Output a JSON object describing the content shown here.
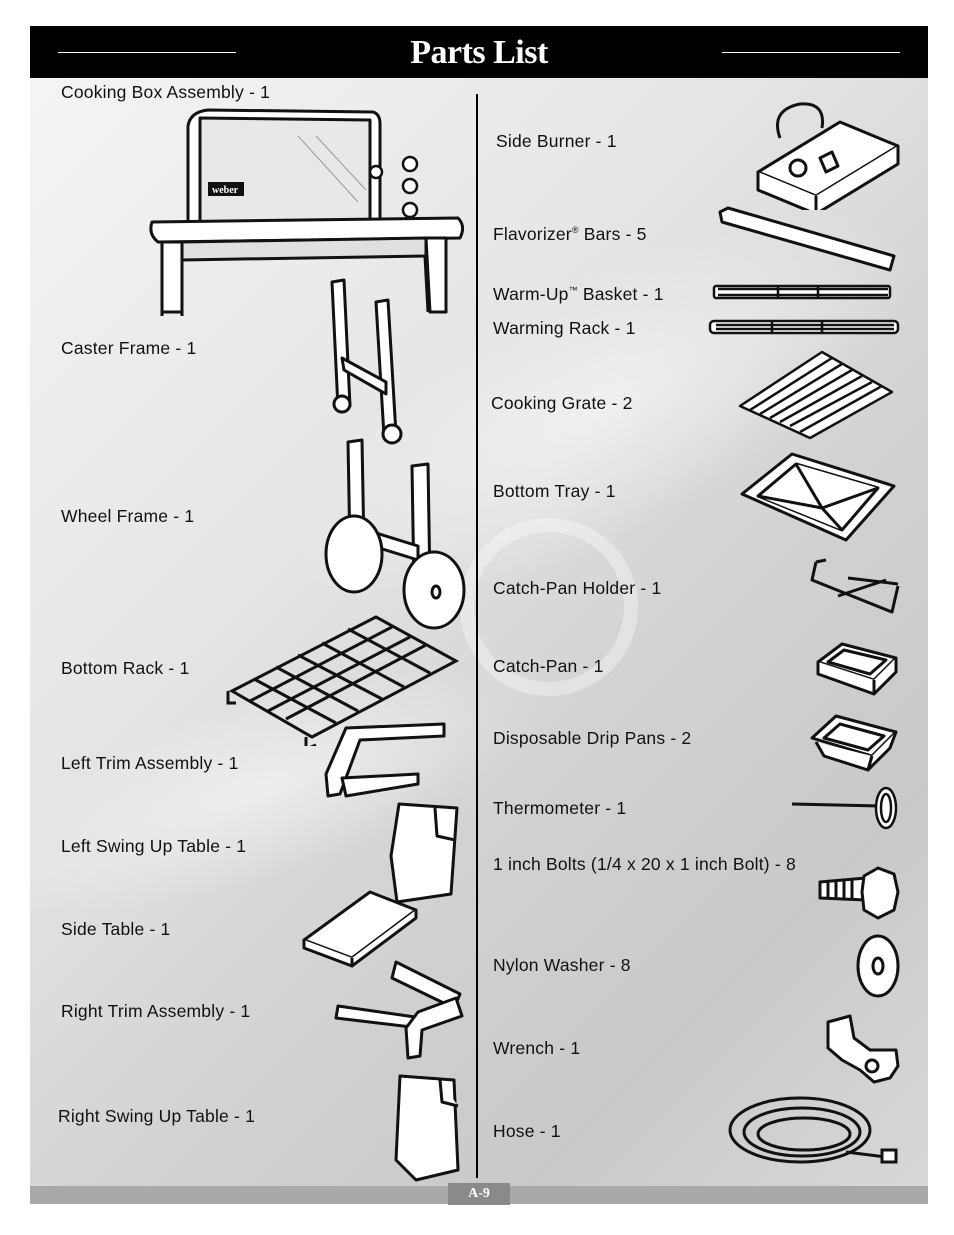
{
  "title": "Parts List",
  "page_number": "A-9",
  "left_parts": [
    {
      "label": "Cooking Box Assembly - 1",
      "icon": "cooking-box-icon"
    },
    {
      "label": "Caster Frame - 1",
      "icon": "caster-frame-icon"
    },
    {
      "label": "Wheel Frame - 1",
      "icon": "wheel-frame-icon"
    },
    {
      "label": "Bottom Rack - 1",
      "icon": "bottom-rack-icon"
    },
    {
      "label": "Left Trim Assembly - 1",
      "icon": "left-trim-icon"
    },
    {
      "label": "Left Swing Up Table - 1",
      "icon": "left-table-icon"
    },
    {
      "label": "Side Table - 1",
      "icon": "side-table-icon"
    },
    {
      "label": "Right Trim Assembly - 1",
      "icon": "right-trim-icon"
    },
    {
      "label": "Right Swing Up Table - 1",
      "icon": "right-table-icon"
    }
  ],
  "right_parts": [
    {
      "label": "Side Burner - 1",
      "icon": "side-burner-icon"
    },
    {
      "label_pre": "Flavorizer",
      "mark": "®",
      "label_post": " Bars - 5",
      "icon": "flavorizer-bar-icon"
    },
    {
      "label_pre": "Warm-Up",
      "mark": "™",
      "label_post": " Basket - 1",
      "icon": "warmup-basket-icon"
    },
    {
      "label": "Warming Rack - 1",
      "icon": "warming-rack-icon"
    },
    {
      "label": "Cooking Grate - 2",
      "icon": "cooking-grate-icon"
    },
    {
      "label": "Bottom Tray - 1",
      "icon": "bottom-tray-icon"
    },
    {
      "label": "Catch-Pan Holder - 1",
      "icon": "catch-pan-holder-icon"
    },
    {
      "label": "Catch-Pan - 1",
      "icon": "catch-pan-icon"
    },
    {
      "label": "Disposable Drip Pans - 2",
      "icon": "drip-pan-icon"
    },
    {
      "label": "Thermometer - 1",
      "icon": "thermometer-icon"
    },
    {
      "label": "1 inch Bolts (1/4 x 20 x 1 inch Bolt) - 8",
      "icon": "bolt-icon"
    },
    {
      "label": "Nylon Washer - 8",
      "icon": "washer-icon"
    },
    {
      "label": "Wrench - 1",
      "icon": "wrench-icon"
    },
    {
      "label": "Hose - 1",
      "icon": "hose-icon"
    }
  ],
  "logo_text": "weber"
}
